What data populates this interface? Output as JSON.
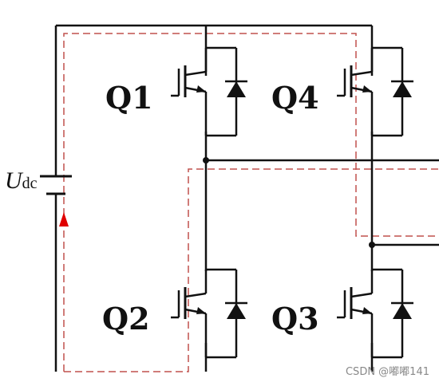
{
  "diagram": {
    "source_label_main": "U",
    "source_label_sub": "dc",
    "switches": [
      {
        "label": "Q1"
      },
      {
        "label": "Q4"
      },
      {
        "label": "Q2"
      },
      {
        "label": "Q3"
      }
    ]
  },
  "colors": {
    "wire": "#111111",
    "current_path": "#c0504d",
    "current_arrow": "#e00000",
    "background": "#ffffff"
  },
  "watermark": "CSDN @嘟嘟141"
}
